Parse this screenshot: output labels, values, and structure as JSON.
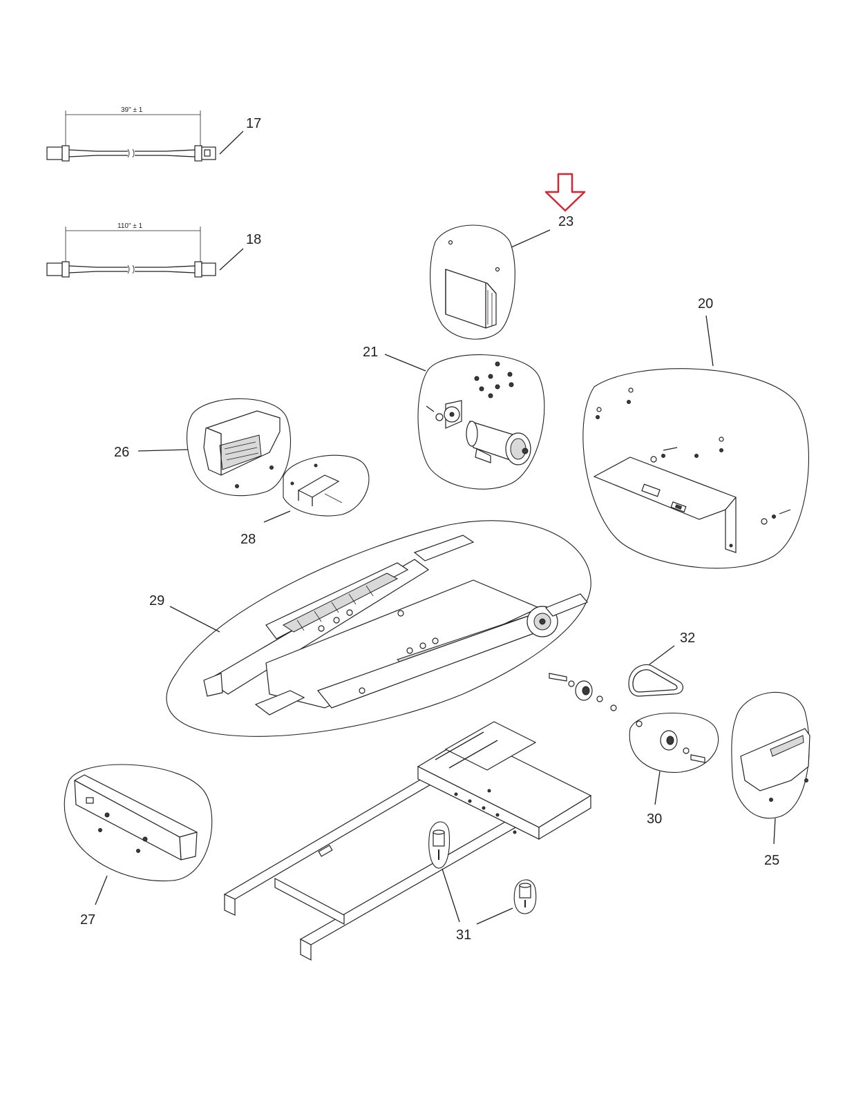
{
  "callouts": {
    "c17": "17",
    "c18": "18",
    "c20": "20",
    "c21": "21",
    "c23": "23",
    "c25": "25",
    "c26": "26",
    "c27": "27",
    "c28": "28",
    "c29": "29",
    "c30": "30",
    "c31": "31",
    "c32": "32"
  },
  "dimensions": {
    "cable_17_length": "39\" ± 1",
    "cable_18_length": "110\" ± 1"
  },
  "highlight": {
    "target_callout": "23",
    "arrow_color": "#d9232e"
  }
}
